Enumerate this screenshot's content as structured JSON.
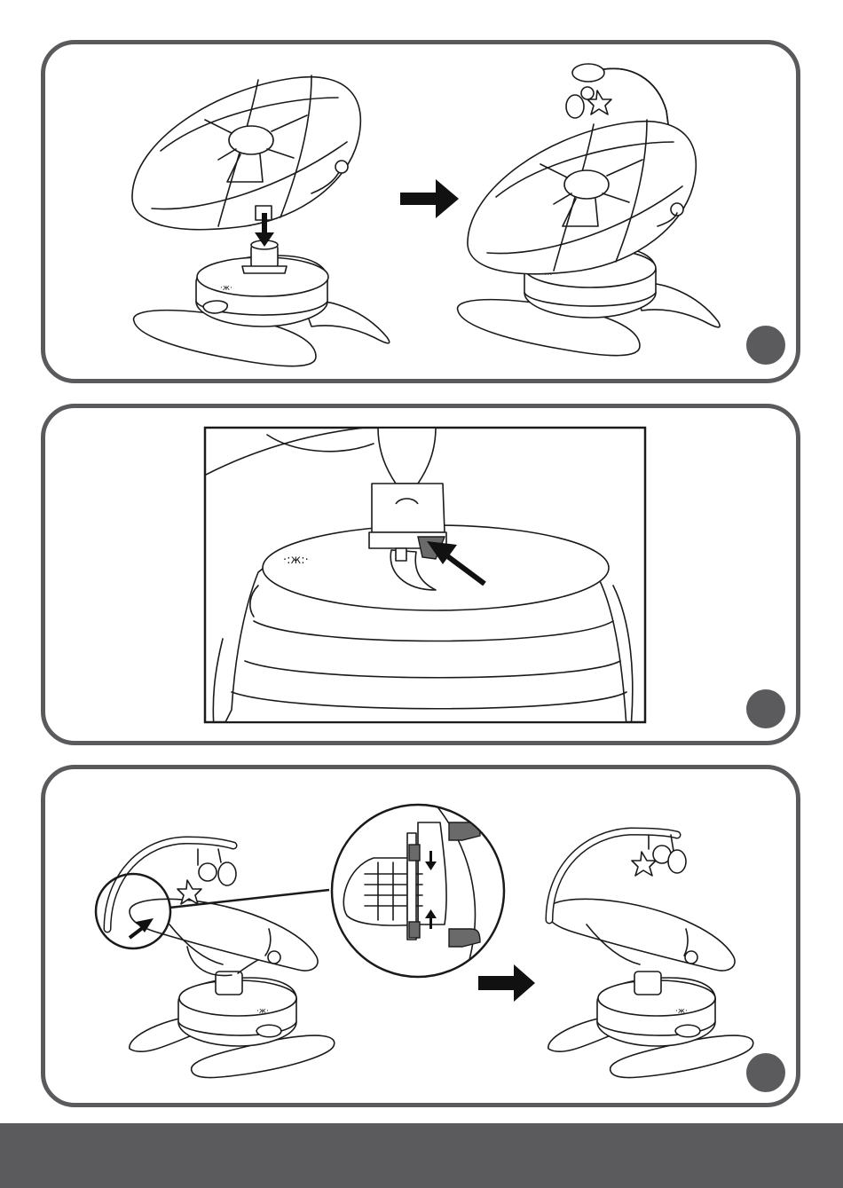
{
  "page": {
    "title": "",
    "background": "#ffffff",
    "frame_color": "#5a5a5c",
    "footer_color": "#5b5b5d"
  },
  "panels": [
    {
      "id": "panel-1",
      "description_visible_text": "",
      "illustrations": [
        "swing-seat-being-lowered-onto-base",
        "assembled-swing-with-toy-bar"
      ],
      "icons": [
        "down-arrow-icon",
        "right-arrow-icon"
      ],
      "step_indicator": "step-dot"
    },
    {
      "id": "panel-2",
      "description_visible_text": "",
      "illustrations": [
        "base-connector-detail-closeup"
      ],
      "icons": [
        "diagonal-arrow-icon"
      ],
      "step_indicator": "step-dot"
    },
    {
      "id": "panel-3",
      "description_visible_text": "",
      "illustrations": [
        "swing-with-toy-bar-inserting",
        "toy-bar-clip-magnified-detail",
        "swing-toy-bar-attached"
      ],
      "icons": [
        "up-arrow-icon",
        "down-arrow-icon",
        "right-arrow-icon"
      ],
      "step_indicator": "step-dot"
    }
  ]
}
